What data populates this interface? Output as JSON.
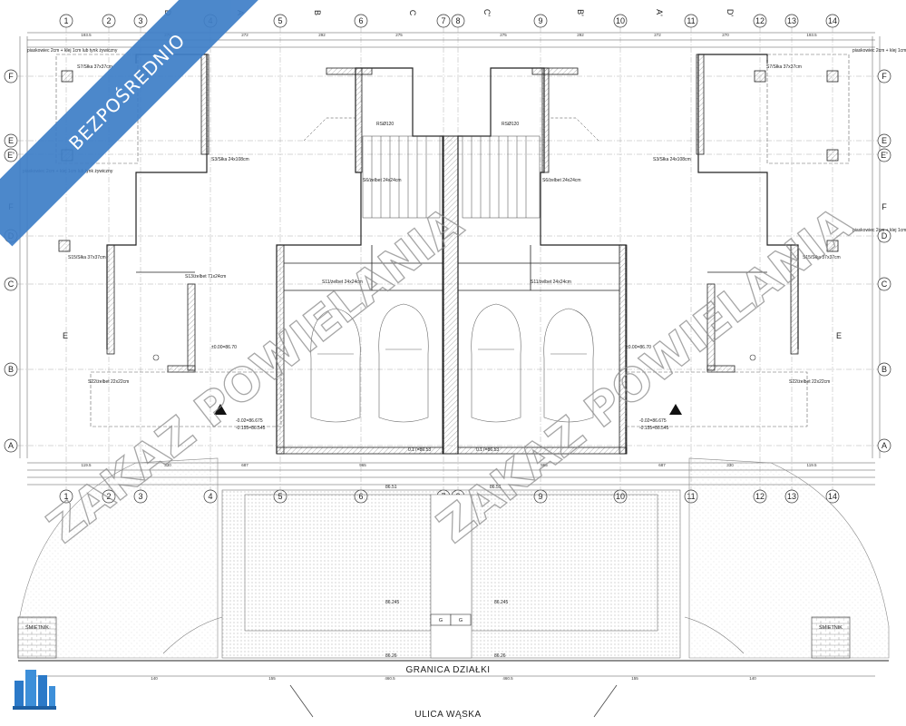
{
  "ribbon": {
    "text": "BEZPOŚREDNIO",
    "color": "#3f7fc8"
  },
  "watermark": {
    "text": "ZAKAZ POWIELANIA"
  },
  "bottom": {
    "boundary": "GRANICA DZIAŁKI",
    "street": "ULICA WĄSKA"
  },
  "trash": {
    "left": "ŚMIETNIK",
    "right": "ŚMIETNIK"
  },
  "gate_label": "G",
  "axes": {
    "columns": [
      "1",
      "2",
      "3",
      "D",
      "4",
      "A",
      "5",
      "B",
      "6",
      "C",
      "7",
      "8",
      "C'",
      "9",
      "B'",
      "10",
      "A'",
      "11",
      "D'",
      "12",
      "13",
      "14"
    ],
    "rows_left": [
      "F",
      "E",
      "E'",
      "F",
      "D",
      "C",
      "E",
      "B",
      "A"
    ],
    "rows_right": [
      "F",
      "E",
      "E'",
      "F",
      "D",
      "C",
      "E",
      "B",
      "A"
    ]
  },
  "notes": {
    "render": "piaskowiec 2cm + klej 1cm lub tynk żywiczny",
    "column_s7": "S7/Słka 37x37cm",
    "column_s3": "S3/Słka 24x108cm",
    "column_s6": "S6/żelbet 24x24cm",
    "column_s11": "S11/żelbet 24x24cm",
    "column_s13": "S13/żelbet 71x24cm",
    "column_s15": "S15/Słka 37x37cm",
    "column_s22": "S22/żelbet 22x22cm",
    "rs": "RSØ120",
    "level1": "-0.02=86.675",
    "level2": "-0.155=86.545",
    "level3": "0.17=86.53",
    "level4": "±0.00=86.70",
    "level5": "86.245",
    "level6": "86.26",
    "level7": "86.51"
  }
}
